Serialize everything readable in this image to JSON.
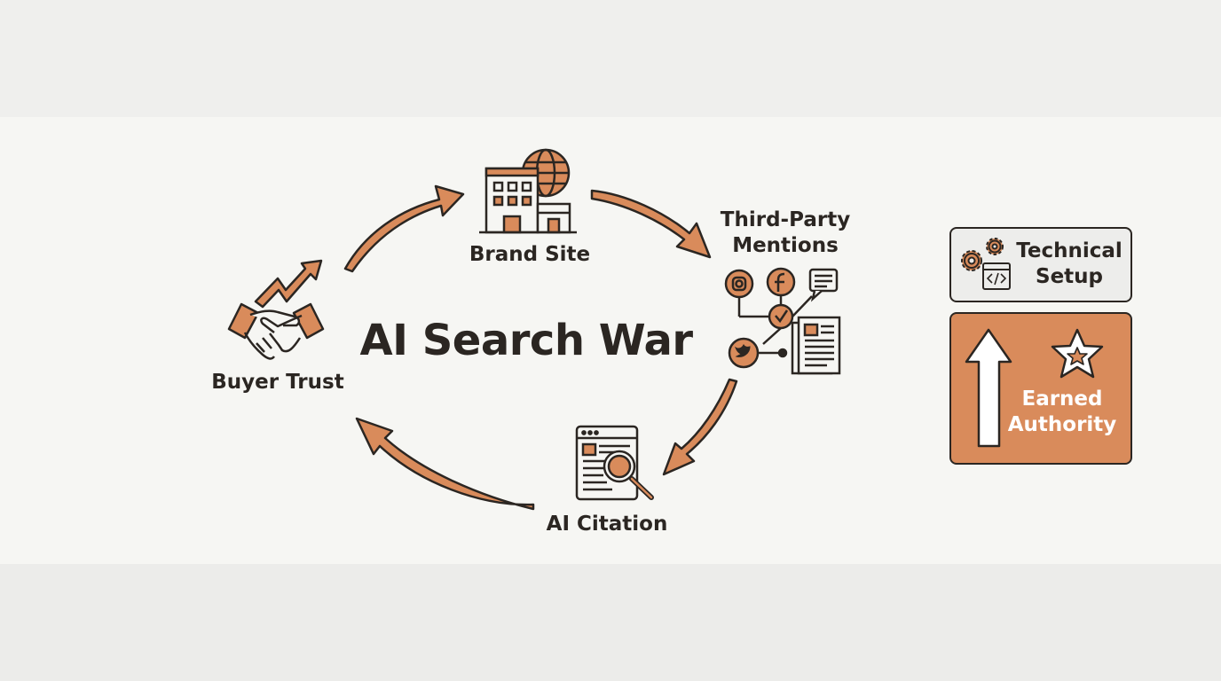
{
  "diagram": {
    "title": "AI Search War",
    "nodes": [
      {
        "id": "brand-site",
        "label": "Brand Site",
        "icon": "building-globe-icon"
      },
      {
        "id": "third-party-mentions",
        "label": "Third-Party Mentions",
        "icon": "social-network-icon"
      },
      {
        "id": "ai-citation",
        "label": "AI Citation",
        "icon": "browser-search-icon"
      },
      {
        "id": "buyer-trust",
        "label": "Buyer Trust",
        "icon": "handshake-growth-icon"
      }
    ],
    "cycle_order": [
      "brand-site",
      "third-party-mentions",
      "ai-citation",
      "buyer-trust"
    ]
  },
  "panels": {
    "technical_setup": {
      "label": "Technical Setup",
      "icon": "gears-code-icon"
    },
    "earned_authority": {
      "label": "Earned Authority",
      "icon": "up-arrow-star-icon"
    }
  },
  "colors": {
    "accent": "#d98b5b",
    "ink": "#2b2622",
    "panel_light": "#ededeb",
    "background": "#f6f6f3"
  }
}
